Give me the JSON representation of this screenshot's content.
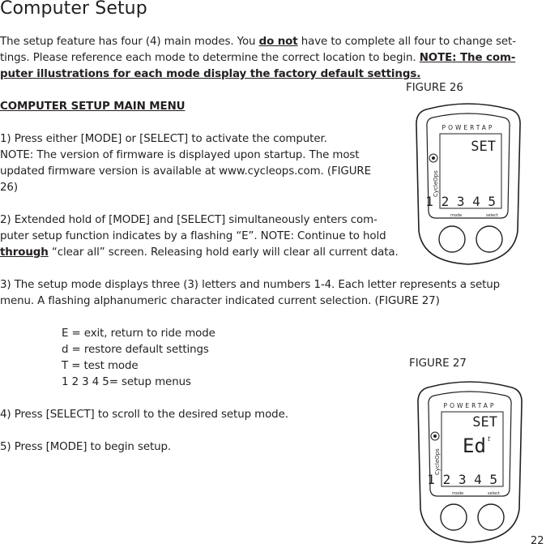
{
  "title": "Computer Setup",
  "intro": {
    "l1a": "The setup feature has four (4) main modes. You ",
    "l1b": "do not",
    "l1c": " have to complete all four to change set-",
    "l2a": "tings. Please reference each mode to determine the correct location to begin. ",
    "l2b": "NOTE: The com-",
    "l3": "puter illustrations for each mode display the factory default settings."
  },
  "section_heading": "COMPUTER SETUP MAIN MENU",
  "step1": {
    "l1": "1) Press either [MODE] or [SELECT] to activate the computer.",
    "l2": "NOTE: The version of firmware is displayed upon startup. The most",
    "l3": "updated firmware version is available at www.cycleops.com. (FIGURE",
    "l4": "26)"
  },
  "step2": {
    "l1": "2) Extended hold of [MODE] and [SELECT] simultaneously enters com-",
    "l2": "puter setup function indicates by a flashing “E”. NOTE: Continue to hold",
    "l3a": "through",
    "l3b": " “clear all” screen. Releasing hold early will clear all current data."
  },
  "step3": {
    "l1": "3) The setup mode displays three (3) letters and numbers 1-4. Each letter represents a setup",
    "l2": "menu. A flashing alphanumeric character indicated current selection. (FIGURE 27)"
  },
  "legend": [
    "E = exit, return to ride mode",
    "d = restore default settings",
    "T = test mode",
    "1 2 3 4 5= setup menus"
  ],
  "step4": "4) Press [SELECT] to scroll to the desired setup mode.",
  "step5": "5) Press [MODE] to begin setup.",
  "figure26": {
    "caption": "FIGURE 26",
    "brand": "POWERTAP",
    "side_brand": "CycleOps",
    "screen_top": "SET",
    "screen_bottom": "1 2 3 4 5",
    "btn_left": "mode",
    "btn_right": "select"
  },
  "figure27": {
    "caption": "FIGURE 27",
    "brand": "POWERTAP",
    "side_brand": "CycleOps",
    "screen_top": "SET",
    "screen_mid": "Ed",
    "screen_mid_small": "t",
    "screen_bottom": "1 2 3 4 5",
    "btn_left": "mode",
    "btn_right": "select"
  },
  "page_number": "22"
}
